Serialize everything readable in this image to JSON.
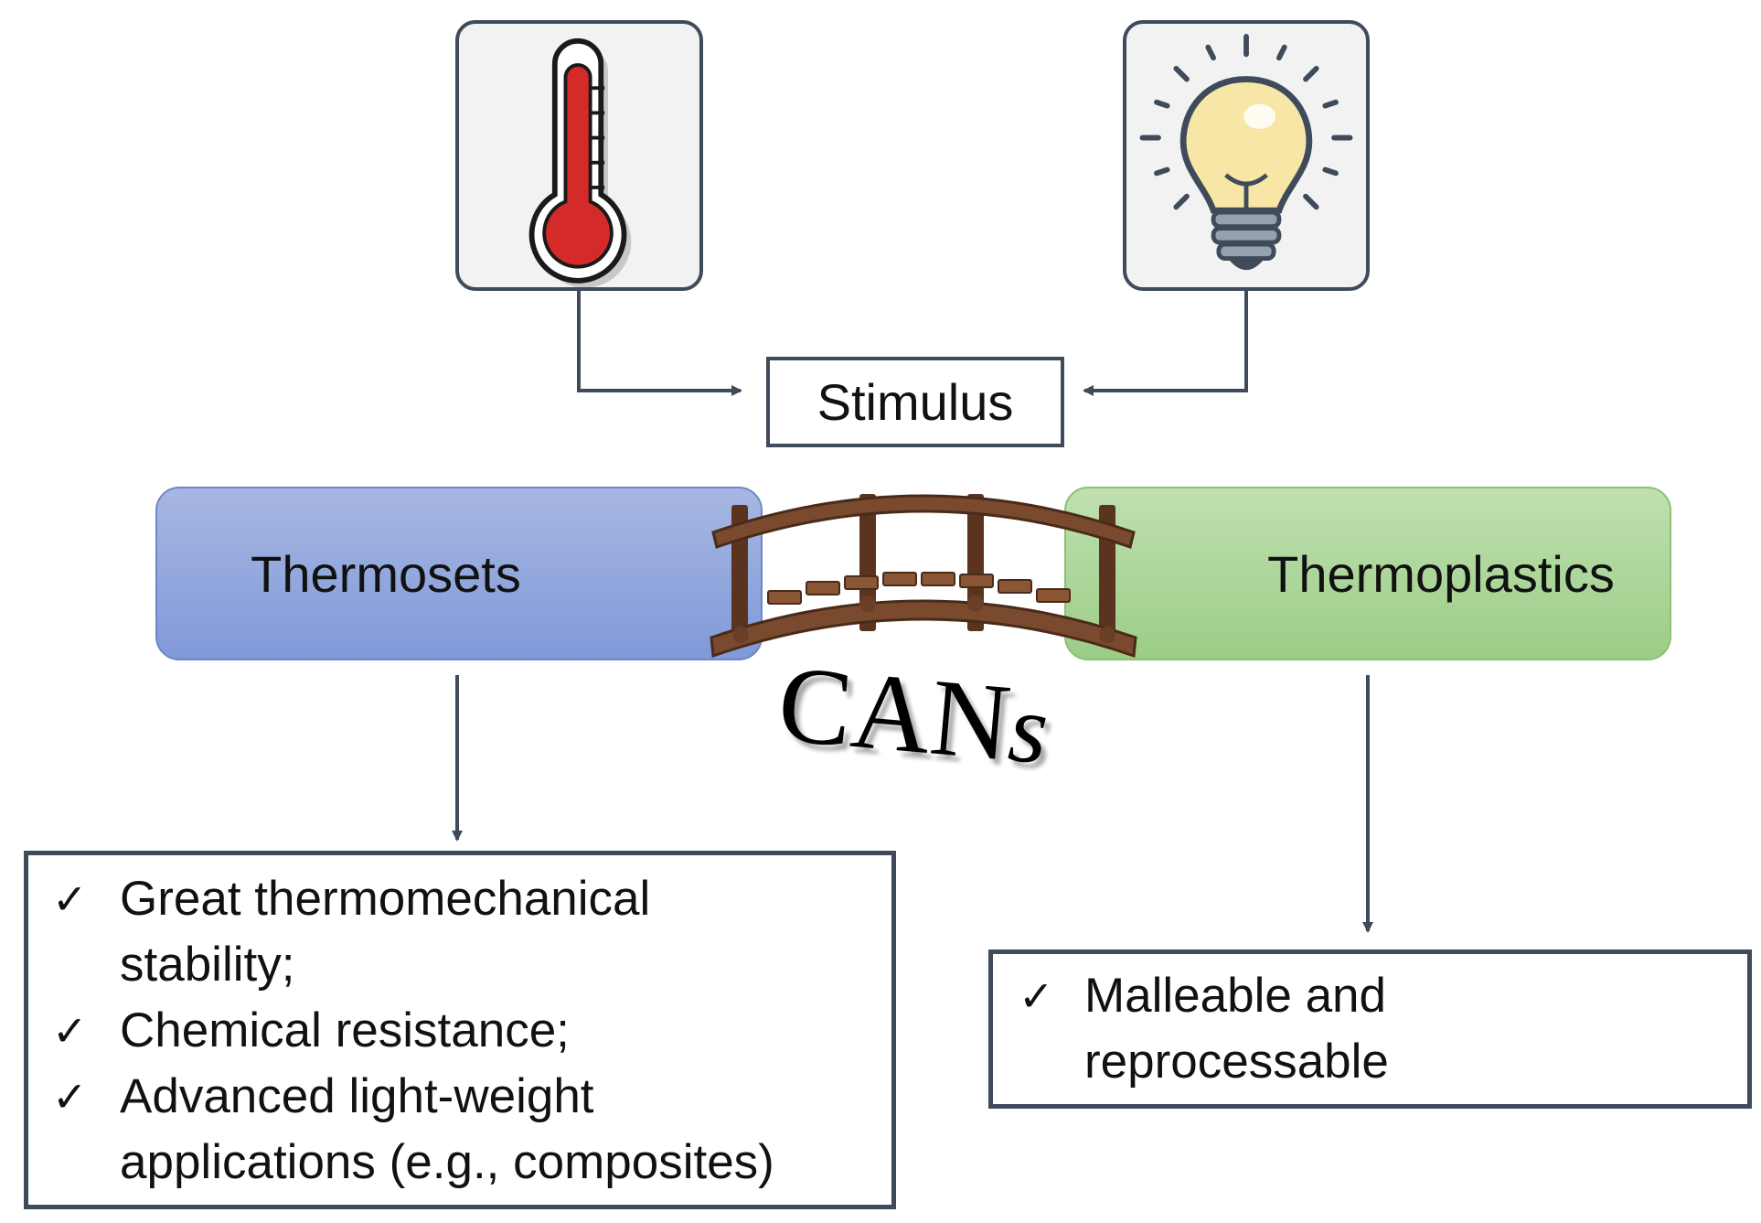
{
  "stimulus": {
    "label": "Stimulus"
  },
  "icons": [
    {
      "name": "thermometer-icon",
      "meaning": "heat"
    },
    {
      "name": "lightbulb-icon",
      "meaning": "light"
    }
  ],
  "materials": {
    "left": "Thermosets",
    "right": "Thermoplastics",
    "bridge_label_main": "CAN",
    "bridge_label_suffix": "s"
  },
  "thermosets_properties": {
    "items": [
      {
        "check": "✓",
        "line1": "Great thermomechanical",
        "line2": "stability;"
      },
      {
        "check": "✓",
        "line1": "Chemical resistance;"
      },
      {
        "check": "✓",
        "line1": "Advanced light-weight",
        "line2": "applications (e.g., composites)"
      }
    ]
  },
  "thermoplastics_properties": {
    "items": [
      {
        "check": "✓",
        "line1": "Malleable and",
        "line2": "reprocessable"
      }
    ]
  },
  "colors": {
    "outline": "#3f4b5b",
    "thermosets_fill": "#8fa5dc",
    "thermoplastics_fill": "#a9d494",
    "bridge_wood": "#7a4a2e",
    "thermometer_red": "#d42a2a",
    "bulb_yellow": "#f8e6a6"
  }
}
